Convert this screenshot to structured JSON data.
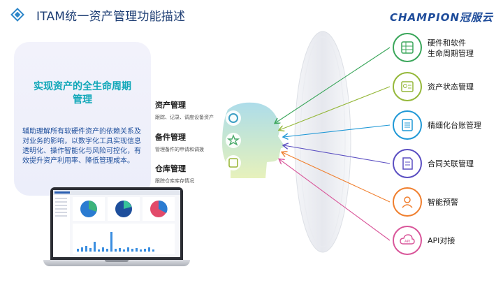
{
  "header": {
    "title": "ITAM统一资产管理功能描述",
    "brand": "CHAMPION冠服云"
  },
  "card": {
    "heading": "实现资产的全生命周期\n管理",
    "description": "辅助理解所有软硬件资产的依赖关系及对业务的影响，以数字化工具实现信息透明化、操作智能化与风险可控化，有效提升资产利用率、降低管理成本。"
  },
  "modules": [
    {
      "title": "资产管理",
      "subtitle": "跟踪、记录、调度设备资产"
    },
    {
      "title": "备件管理",
      "subtitle": "管理备件的申请和调拨"
    },
    {
      "title": "仓库管理",
      "subtitle": "跟踪仓库库存情况"
    }
  ],
  "features": [
    {
      "label": "硬件和软件\n生命周期管理",
      "icon": "server-icon",
      "color": "#3aa65a"
    },
    {
      "label": "资产状态管理",
      "icon": "status-board-icon",
      "color": "#95b83a"
    },
    {
      "label": "精细化台账管理",
      "icon": "list-icon",
      "color": "#1f98d6"
    },
    {
      "label": "合同关联管理",
      "icon": "contract-icon",
      "color": "#5b4fc2"
    },
    {
      "label": "智能预警",
      "icon": "alert-person-icon",
      "color": "#f07f2e"
    },
    {
      "label": "API对接",
      "icon": "api-cloud-icon",
      "color": "#d9569a"
    }
  ]
}
